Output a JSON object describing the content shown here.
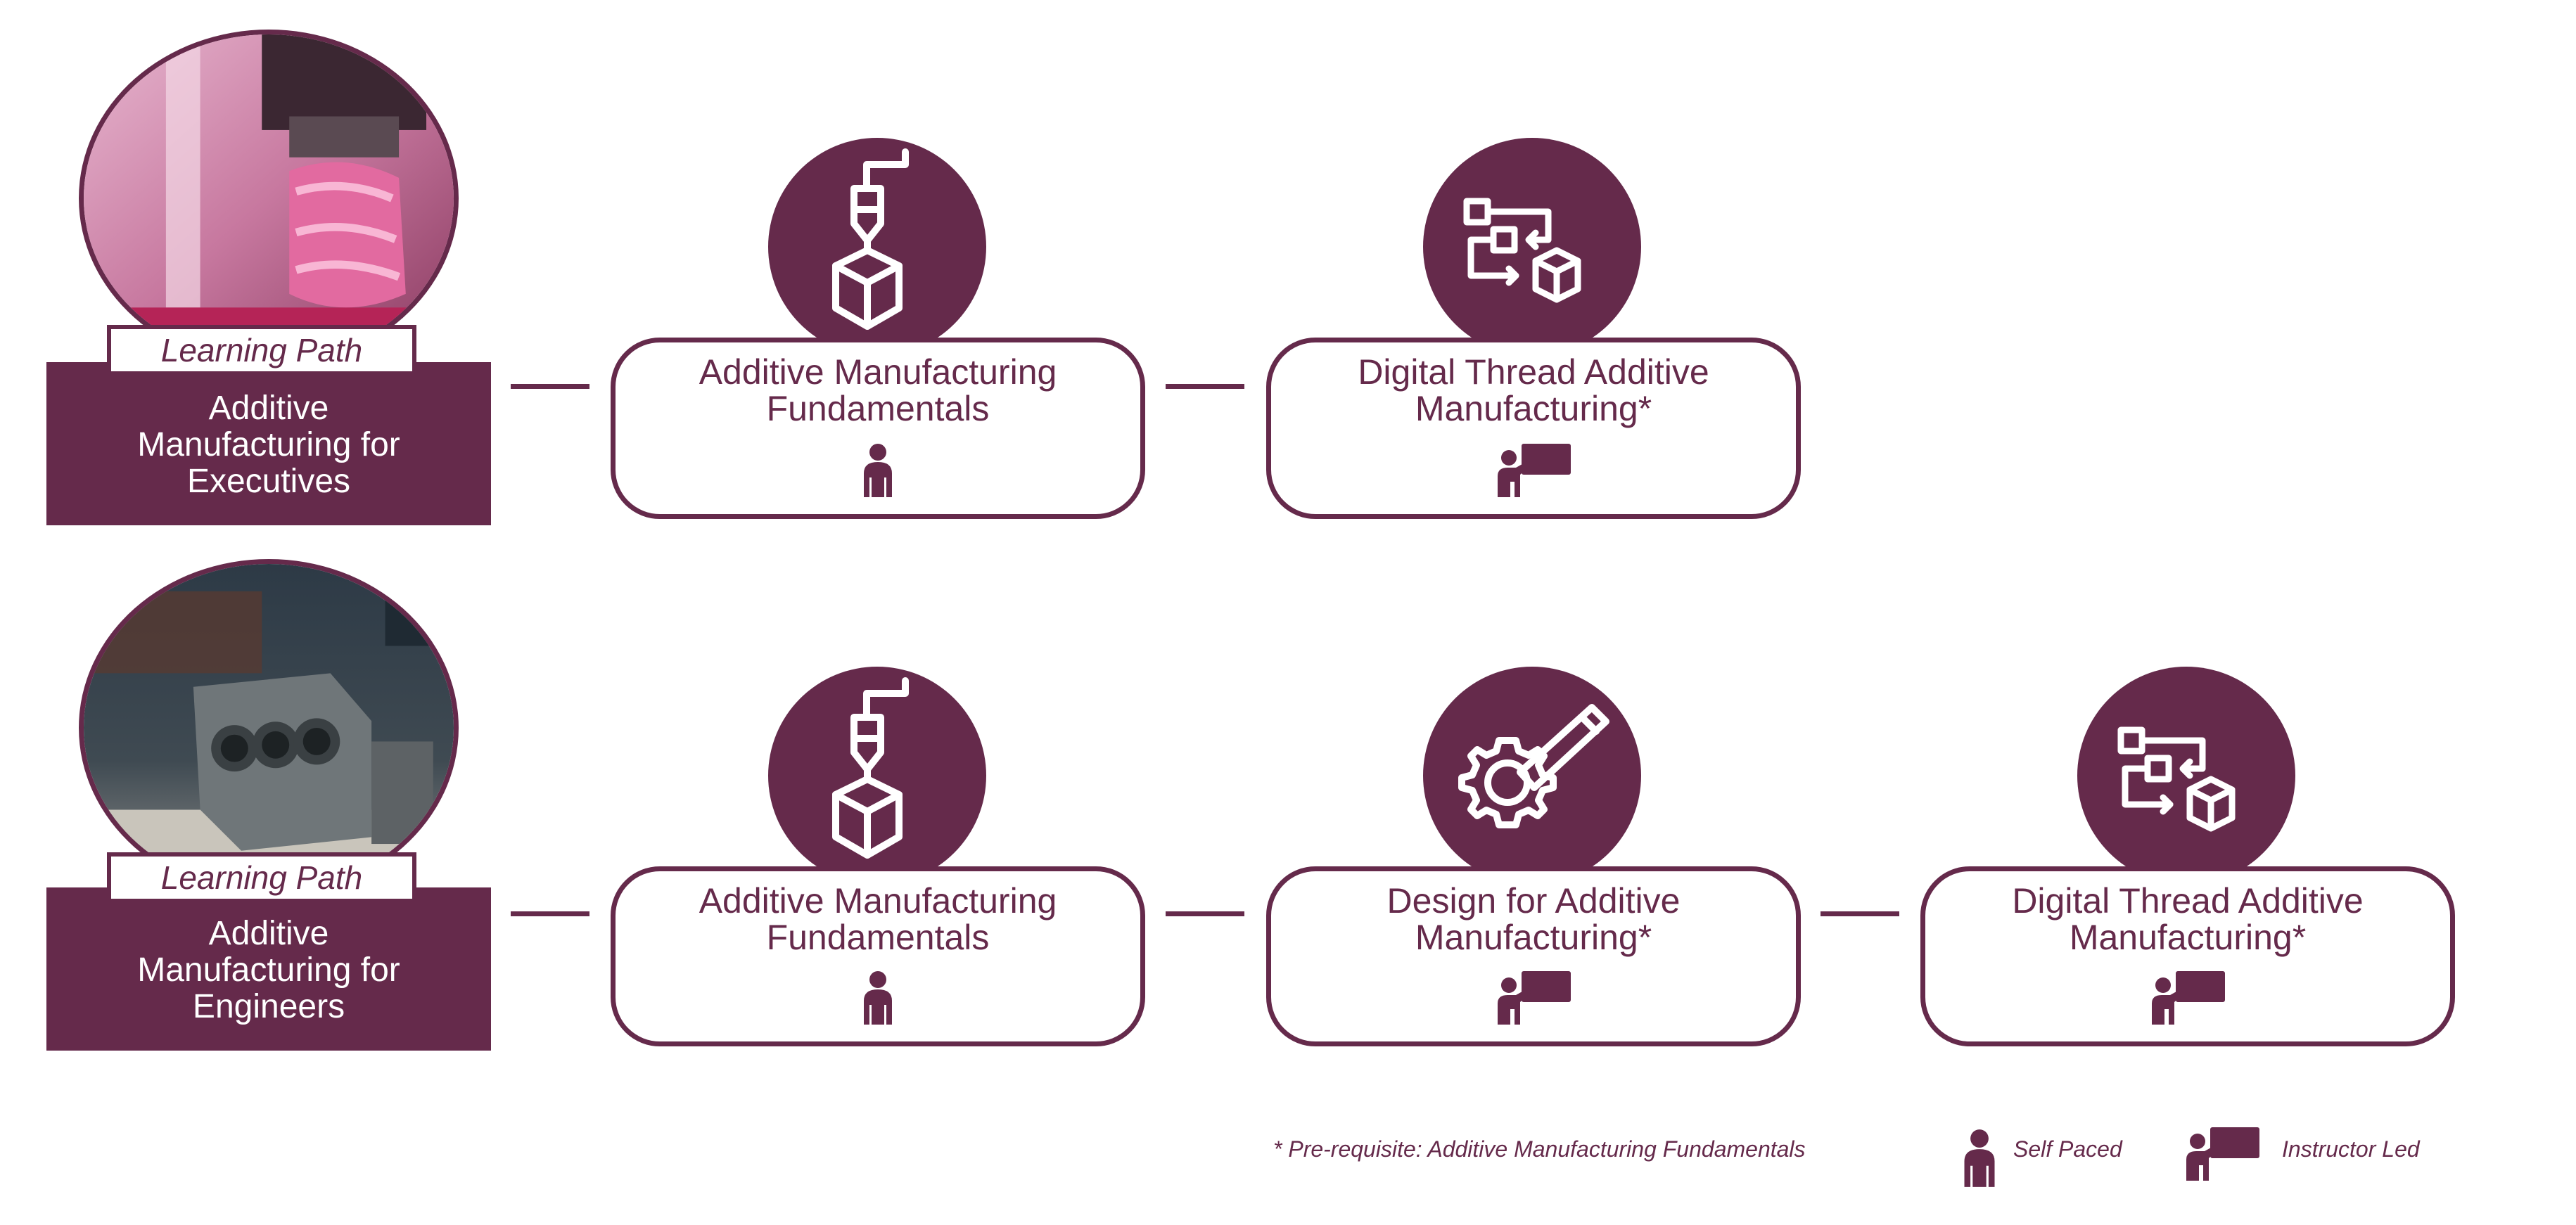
{
  "paths": [
    {
      "tag": "Learning Path",
      "title_lines": [
        "Additive",
        "Manufacturing for",
        "Executives"
      ],
      "photo": "3d-printer-photo",
      "courses": [
        {
          "title_lines": [
            "Additive Manufacturing",
            "Fundamentals"
          ],
          "top_icon": "3d-printing-icon",
          "mode": "self-paced"
        },
        {
          "title_lines": [
            "Digital Thread Additive",
            "Manufacturing*"
          ],
          "top_icon": "digital-thread-icon",
          "mode": "instructor-led"
        }
      ]
    },
    {
      "tag": "Learning Path",
      "title_lines": [
        "Additive",
        "Manufacturing for",
        "Engineers"
      ],
      "photo": "engine-block-photo",
      "courses": [
        {
          "title_lines": [
            "Additive Manufacturing",
            "Fundamentals"
          ],
          "top_icon": "3d-printing-icon",
          "mode": "self-paced"
        },
        {
          "title_lines": [
            "Design for Additive",
            "Manufacturing*"
          ],
          "top_icon": "gear-design-icon",
          "mode": "instructor-led"
        },
        {
          "title_lines": [
            "Digital Thread Additive",
            "Manufacturing*"
          ],
          "top_icon": "digital-thread-icon",
          "mode": "instructor-led"
        }
      ]
    }
  ],
  "legend": {
    "prereq_note": "* Pre-requisite: Additive Manufacturing Fundamentals",
    "self_paced": "Self Paced",
    "instructor_led": "Instructor Led"
  },
  "colors": {
    "brand": "#652a4b",
    "background": "#ffffff"
  }
}
